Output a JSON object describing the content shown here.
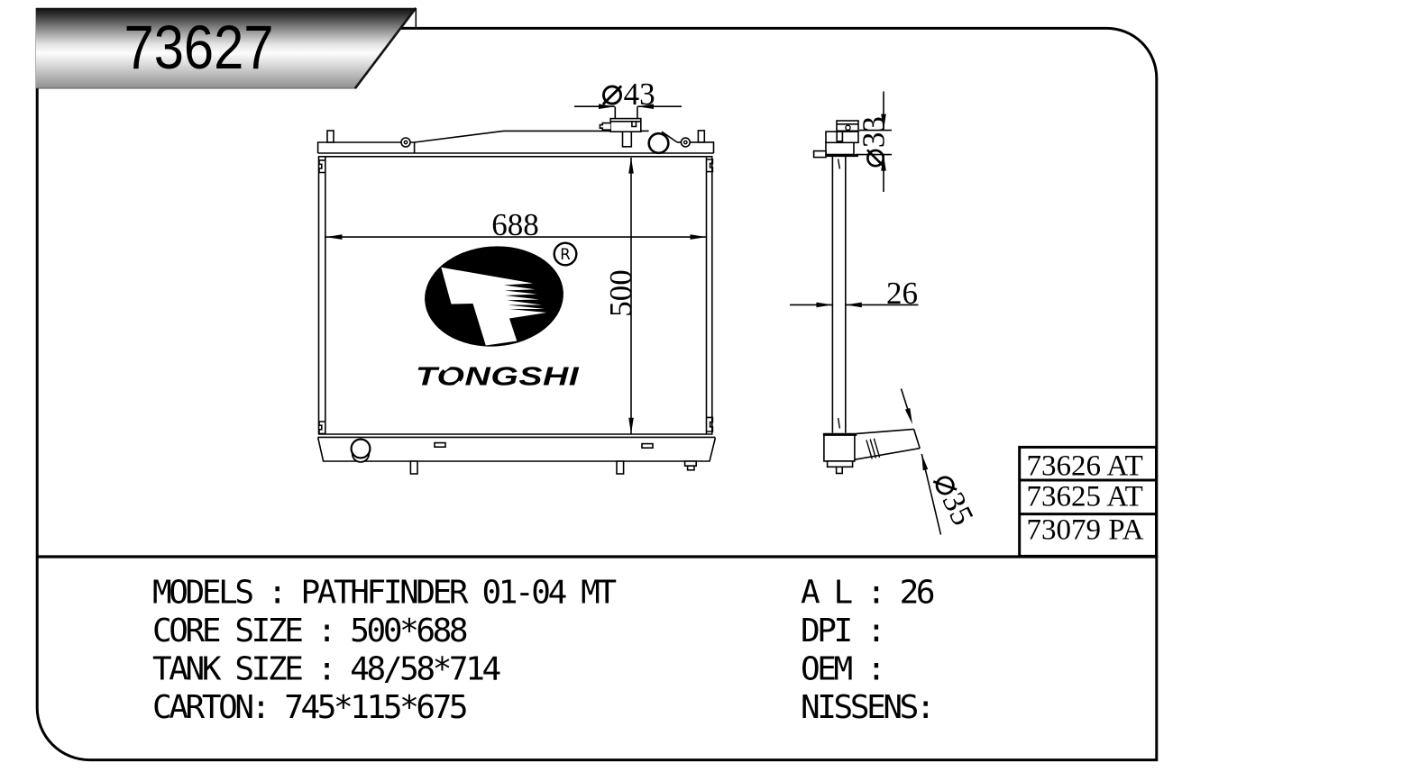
{
  "page": {
    "background": "#ffffff",
    "ink": "#000000"
  },
  "badge": {
    "part_number": "73627",
    "gradient": [
      "#0d0d0d",
      "#ffffff",
      "#8f8f8f"
    ]
  },
  "logo": {
    "wordmark": "TONGSHI",
    "registered_mark": "R"
  },
  "dimensions": {
    "core_width": {
      "value": "688"
    },
    "core_height": {
      "value": "500"
    },
    "filler_neck_diameter": {
      "symbol": "⌀",
      "value": "43"
    },
    "neck_side_diameter": {
      "symbol": "⌀",
      "value": "33"
    },
    "tank_depth": {
      "value": "26"
    },
    "outlet_pipe_diameter": {
      "symbol": "⌀",
      "value": "35"
    }
  },
  "part_table": {
    "rows": [
      {
        "label": "73626 AT"
      },
      {
        "label": "73625 AT"
      },
      {
        "label": "73079 PA"
      }
    ]
  },
  "specs": {
    "left": [
      "MODELS : PATHFINDER 01-04 MT",
      "CORE SIZE : 500*688",
      "TANK SIZE : 48/58*714",
      "CARTON: 745*115*675"
    ],
    "right": [
      "A L : 26",
      "DPI :",
      "OEM :",
      "NISSENS:"
    ]
  }
}
